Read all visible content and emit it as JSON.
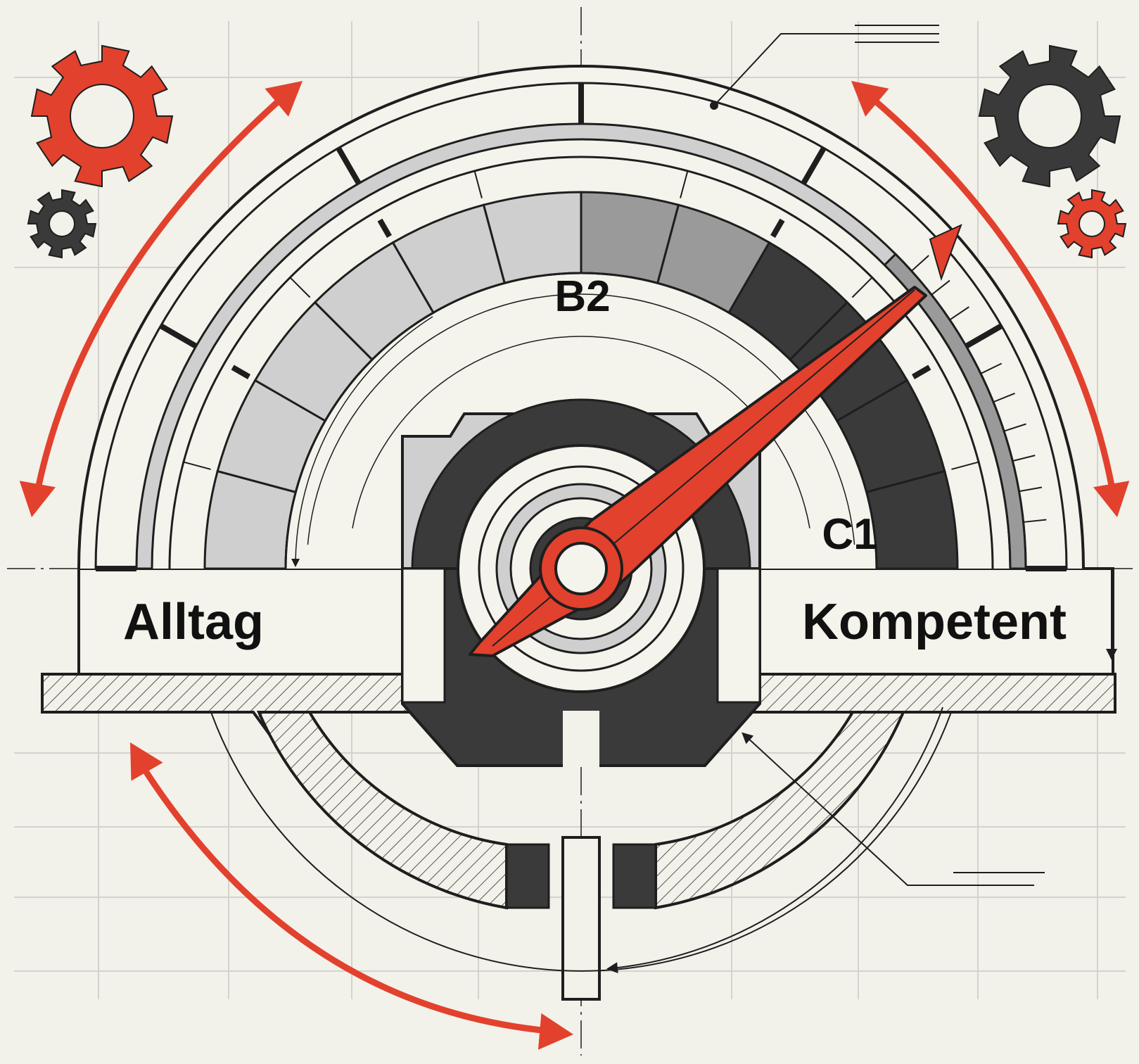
{
  "diagram": {
    "labels": {
      "level_top": "B2",
      "level_right": "C1",
      "left_label": "Alltag",
      "right_label": "Kompetent"
    },
    "colors": {
      "background": "#f2f1ea",
      "grid": "#d3d3cd",
      "ink": "#1e1e1e",
      "accent": "#e2412d",
      "dark_segment": "#3a3a3a",
      "light_segment": "#cfcfcf",
      "mid_segment": "#9a9a9a",
      "hatch": "#555555"
    },
    "icons": [
      "gear-large-red-icon",
      "gear-small-dark-icon",
      "gear-large-dark-icon",
      "gear-small-red-icon",
      "double-arrow-left-icon",
      "double-arrow-right-icon",
      "double-arrow-bottom-icon",
      "needle-icon"
    ],
    "needle_level": "C1"
  }
}
